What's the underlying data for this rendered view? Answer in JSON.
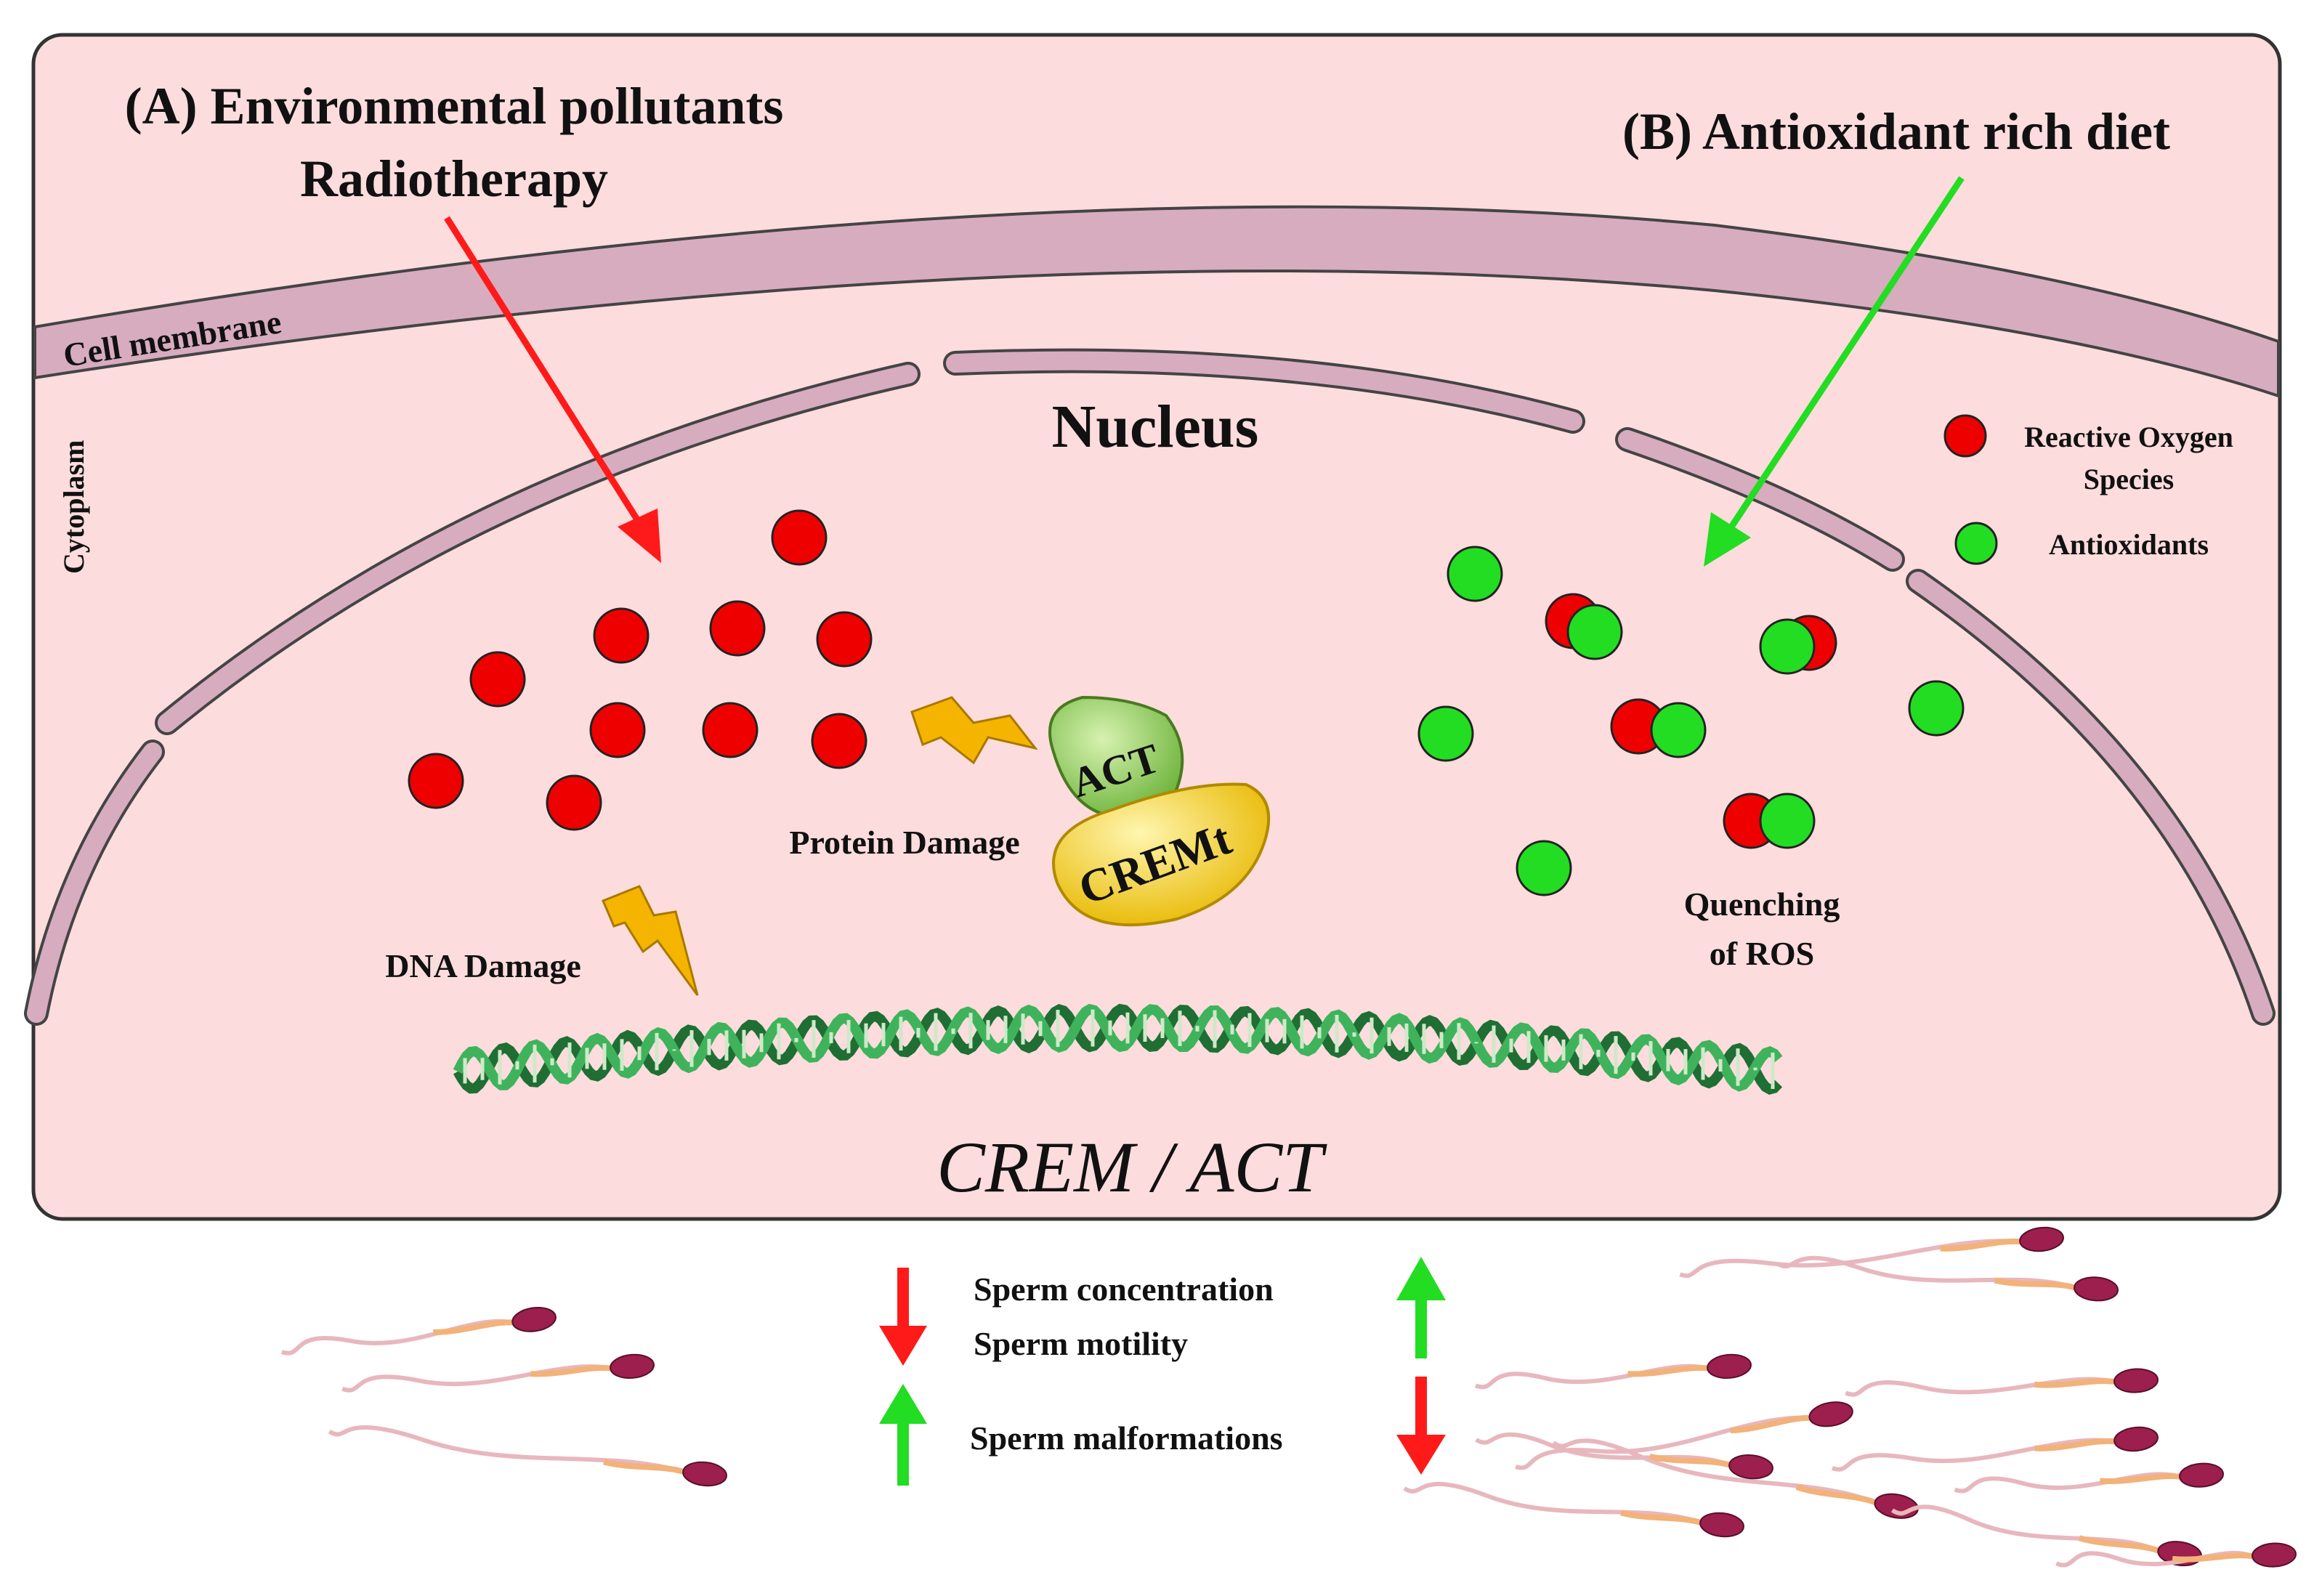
{
  "title_a_line1": "(A) Environmental pollutants",
  "title_a_line2": "Radiotherapy",
  "title_b": "(B) Antioxidant rich diet",
  "cell_membrane": "Cell membrane",
  "cytoplasm": "Cytoplasm",
  "nucleus": "Nucleus",
  "legend": {
    "ros_line1": "Reactive Oxygen",
    "ros_line2": "Species",
    "antioxidants": "Antioxidants"
  },
  "protein_damage": "Protein Damage",
  "dna_damage": "DNA Damage",
  "act": "ACT",
  "cremt": "CREMt",
  "quenching_line1": "Quenching",
  "quenching_line2": "of ROS",
  "crem_act": "CREM / ACT",
  "effects": {
    "concentration": "Sperm concentration",
    "motility": "Sperm motility",
    "malformations": "Sperm malformations"
  },
  "colors": {
    "cell_fill": "#fcdcdc",
    "membrane": "#d7acbf",
    "ros": "#ee0000",
    "antioxidant": "#22dd22",
    "arrow_red": "#ff1a1a",
    "arrow_green": "#22dd22",
    "dna": "#2e9a4a",
    "act_fill": "#8fd14f",
    "cremt_fill": "#f5d73a"
  }
}
